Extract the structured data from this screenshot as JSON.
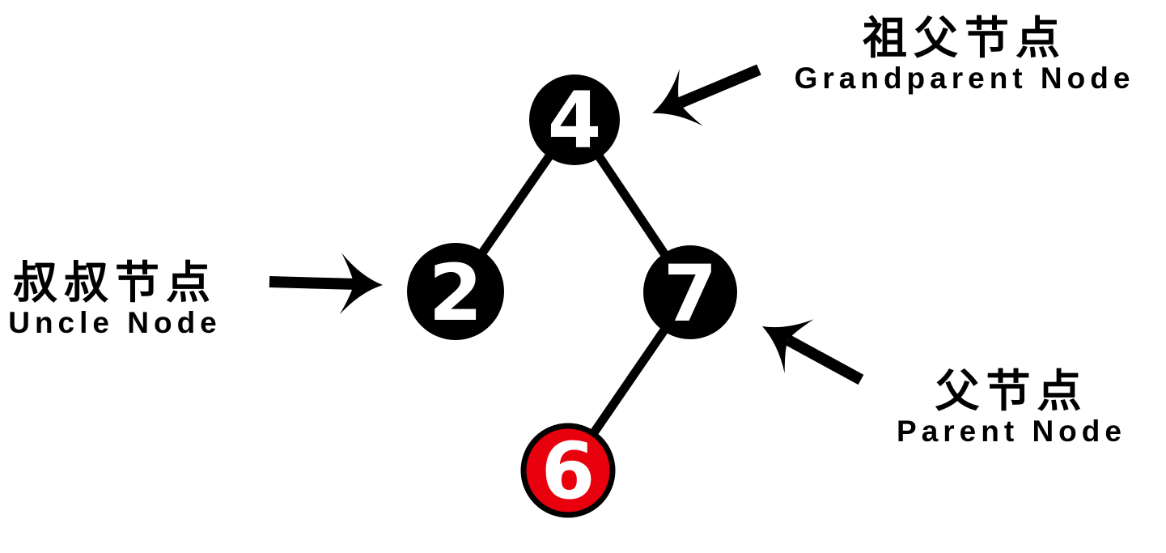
{
  "diagram": {
    "background": "#ffffff",
    "colors": {
      "node_black": "#000000",
      "node_red": "#e8000d",
      "node_text": "#ffffff",
      "line": "#000000"
    },
    "nodes": {
      "grandparent": {
        "value": "4"
      },
      "uncle": {
        "value": "2"
      },
      "parent": {
        "value": "7"
      },
      "inserted": {
        "value": "6"
      }
    },
    "labels": {
      "grandparent": {
        "zh": "祖父节点",
        "en": "Grandparent Node"
      },
      "uncle": {
        "zh": "叔叔节点",
        "en": "Uncle Node"
      },
      "parent": {
        "zh": "父节点",
        "en": "Parent Node"
      }
    }
  }
}
